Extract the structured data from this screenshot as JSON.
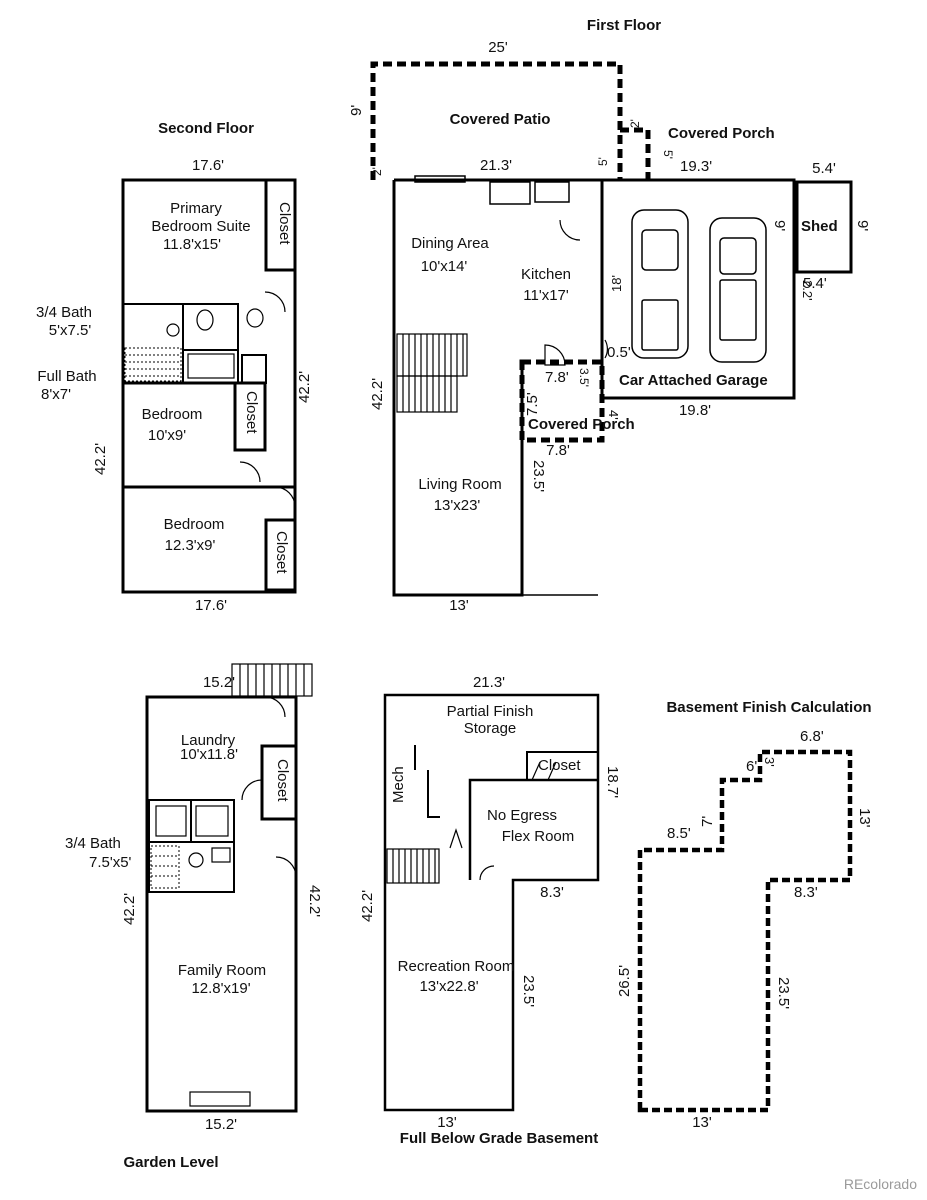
{
  "floors": {
    "first_floor": {
      "title": "First Floor",
      "dims": {
        "patio_width": "25'",
        "patio_height": "9'",
        "patio_left_small": "2'",
        "patio_right_small": "5'",
        "top_width": "21.3'",
        "top_right_small": "2'",
        "porch_small": "5'",
        "garage_width_top": "19.3'",
        "left_height": "42.2'",
        "porch_width": "7.8'",
        "porch_height": "7.5'",
        "porch_width_bottom": "7.8'",
        "porch_side_a": "3.5'",
        "porch_side_b": "4'",
        "garage_bottom": "19.8'",
        "living_right": "23.5'",
        "bottom_width": "13'",
        "garage_small": "0.5'",
        "garage_side": "18'",
        "shed_width": "5.4'",
        "shed_height": "9'",
        "shed_bottom": "5.4'",
        "shed_offset": "2.2'",
        "garage_door": "9'"
      },
      "rooms": {
        "covered_patio": "Covered Patio",
        "covered_porch_top": "Covered Porch",
        "dining_name": "Dining Area",
        "dining_size": "10'x14'",
        "kitchen_name": "Kitchen",
        "kitchen_size": "11'x17'",
        "living_name": "Living Room",
        "living_size": "13'x23'",
        "covered_porch_bottom": "Covered Porch",
        "garage": "Car Attached Garage",
        "shed": "Shed"
      }
    },
    "second_floor": {
      "title": "Second Floor",
      "dims": {
        "top": "17.6'",
        "bottom": "17.6'",
        "left": "42.2'",
        "right": "42.2'"
      },
      "rooms": {
        "primary_name": "Primary",
        "primary_name2": "Bedroom Suite",
        "primary_size": "11.8'x15'",
        "bath34_name": "3/4 Bath",
        "bath34_size": "5'x7.5'",
        "fullbath_name": "Full Bath",
        "fullbath_size": "8'x7'",
        "bed1_name": "Bedroom",
        "bed1_size": "10'x9'",
        "bed2_name": "Bedroom",
        "bed2_size": "12.3'x9'",
        "closet": "Closet"
      }
    },
    "garden_level": {
      "title": "Garden Level",
      "dims": {
        "top": "15.2'",
        "bottom": "15.2'",
        "left": "42.2'",
        "right": "42.2'"
      },
      "rooms": {
        "laundry_name": "Laundry",
        "laundry_size": "10'x11.8'",
        "closet": "Closet",
        "bath_name": "3/4 Bath",
        "bath_size": "7.5'x5'",
        "family_name": "Family Room",
        "family_size": "12.8'x19'"
      }
    },
    "basement": {
      "title": "Full Below Grade Basement",
      "dims": {
        "top": "21.3'",
        "left": "42.2'",
        "right_top": "18.7'",
        "flex_bottom": "8.3'",
        "right_bottom": "23.5'",
        "bottom": "13'"
      },
      "rooms": {
        "storage_name": "Partial Finish",
        "storage_name2": "Storage",
        "mech": "Mech",
        "closet": "Closet",
        "flex_name": "No Egress",
        "flex_name2": "Flex Room",
        "rec_name": "Recreation Room",
        "rec_size": "13'x22.8'"
      }
    },
    "calc": {
      "title": "Basement Finish Calculation",
      "dims": {
        "top": "6.8'",
        "step1": "6'",
        "step2": "3'",
        "step3": "7'",
        "step4": "8.5'",
        "right": "13'",
        "inner": "8.3'",
        "right_long": "23.5'",
        "left_long": "26.5'",
        "bottom": "13'"
      }
    }
  },
  "watermark": "REcolorado"
}
